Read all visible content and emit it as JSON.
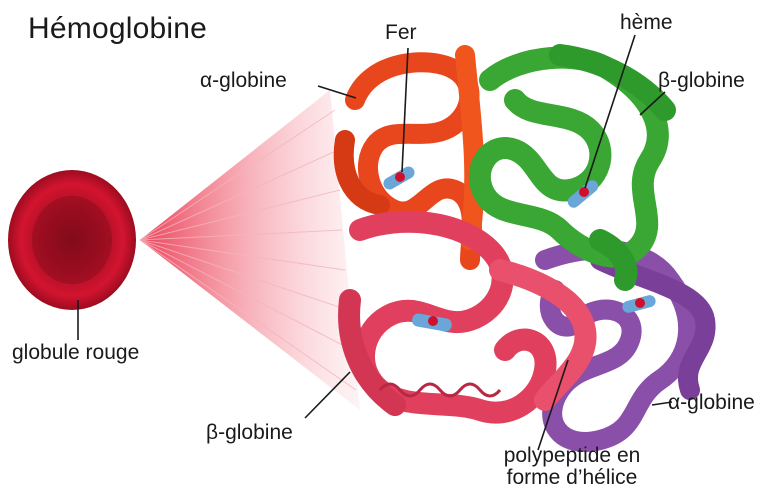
{
  "title": "Hémoglobine",
  "labels": {
    "fer": "Fer",
    "heme": "hème",
    "alpha_top": "α-globine",
    "beta_top": "β-globine",
    "globule": "globule rouge",
    "beta_bottom": "β-globine",
    "alpha_bottom": "α-globine",
    "polypeptide_line1": "polypeptide en",
    "polypeptide_line2": "forme d’hélice"
  },
  "colors": {
    "alpha_chain_top": "#e8461c",
    "beta_chain_top": "#3aa634",
    "beta_chain_bottom": "#e0405e",
    "alpha_chain_bottom": "#8a4fa8",
    "red_cell": "#c8102e",
    "heme_group": "#6aa6d8",
    "iron": "#d0102a"
  }
}
